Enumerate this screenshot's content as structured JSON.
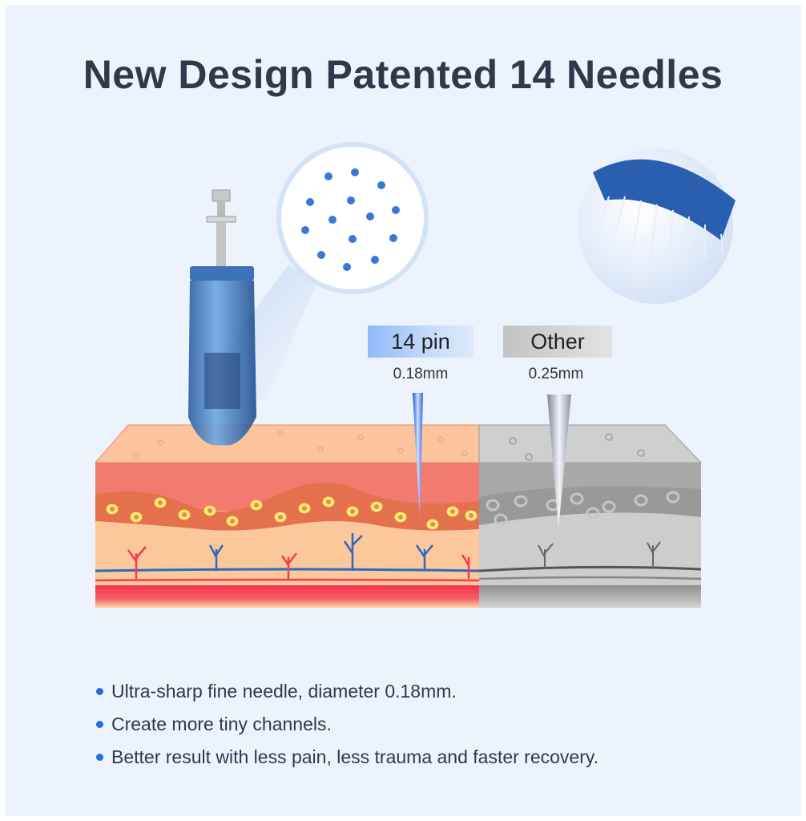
{
  "title": "New Design Patented 14 Needles",
  "comparison": {
    "ours": {
      "label": "14 pin",
      "diameter": "0.18mm"
    },
    "other": {
      "label": "Other",
      "diameter": "0.25mm"
    }
  },
  "bullets": [
    "Ultra-sharp fine needle, diameter 0.18mm.",
    "Create more tiny channels.",
    "Better result with less pain, less trauma and faster recovery."
  ],
  "colors": {
    "accent": "#1f6fe0",
    "title": "#2c3a4c"
  }
}
